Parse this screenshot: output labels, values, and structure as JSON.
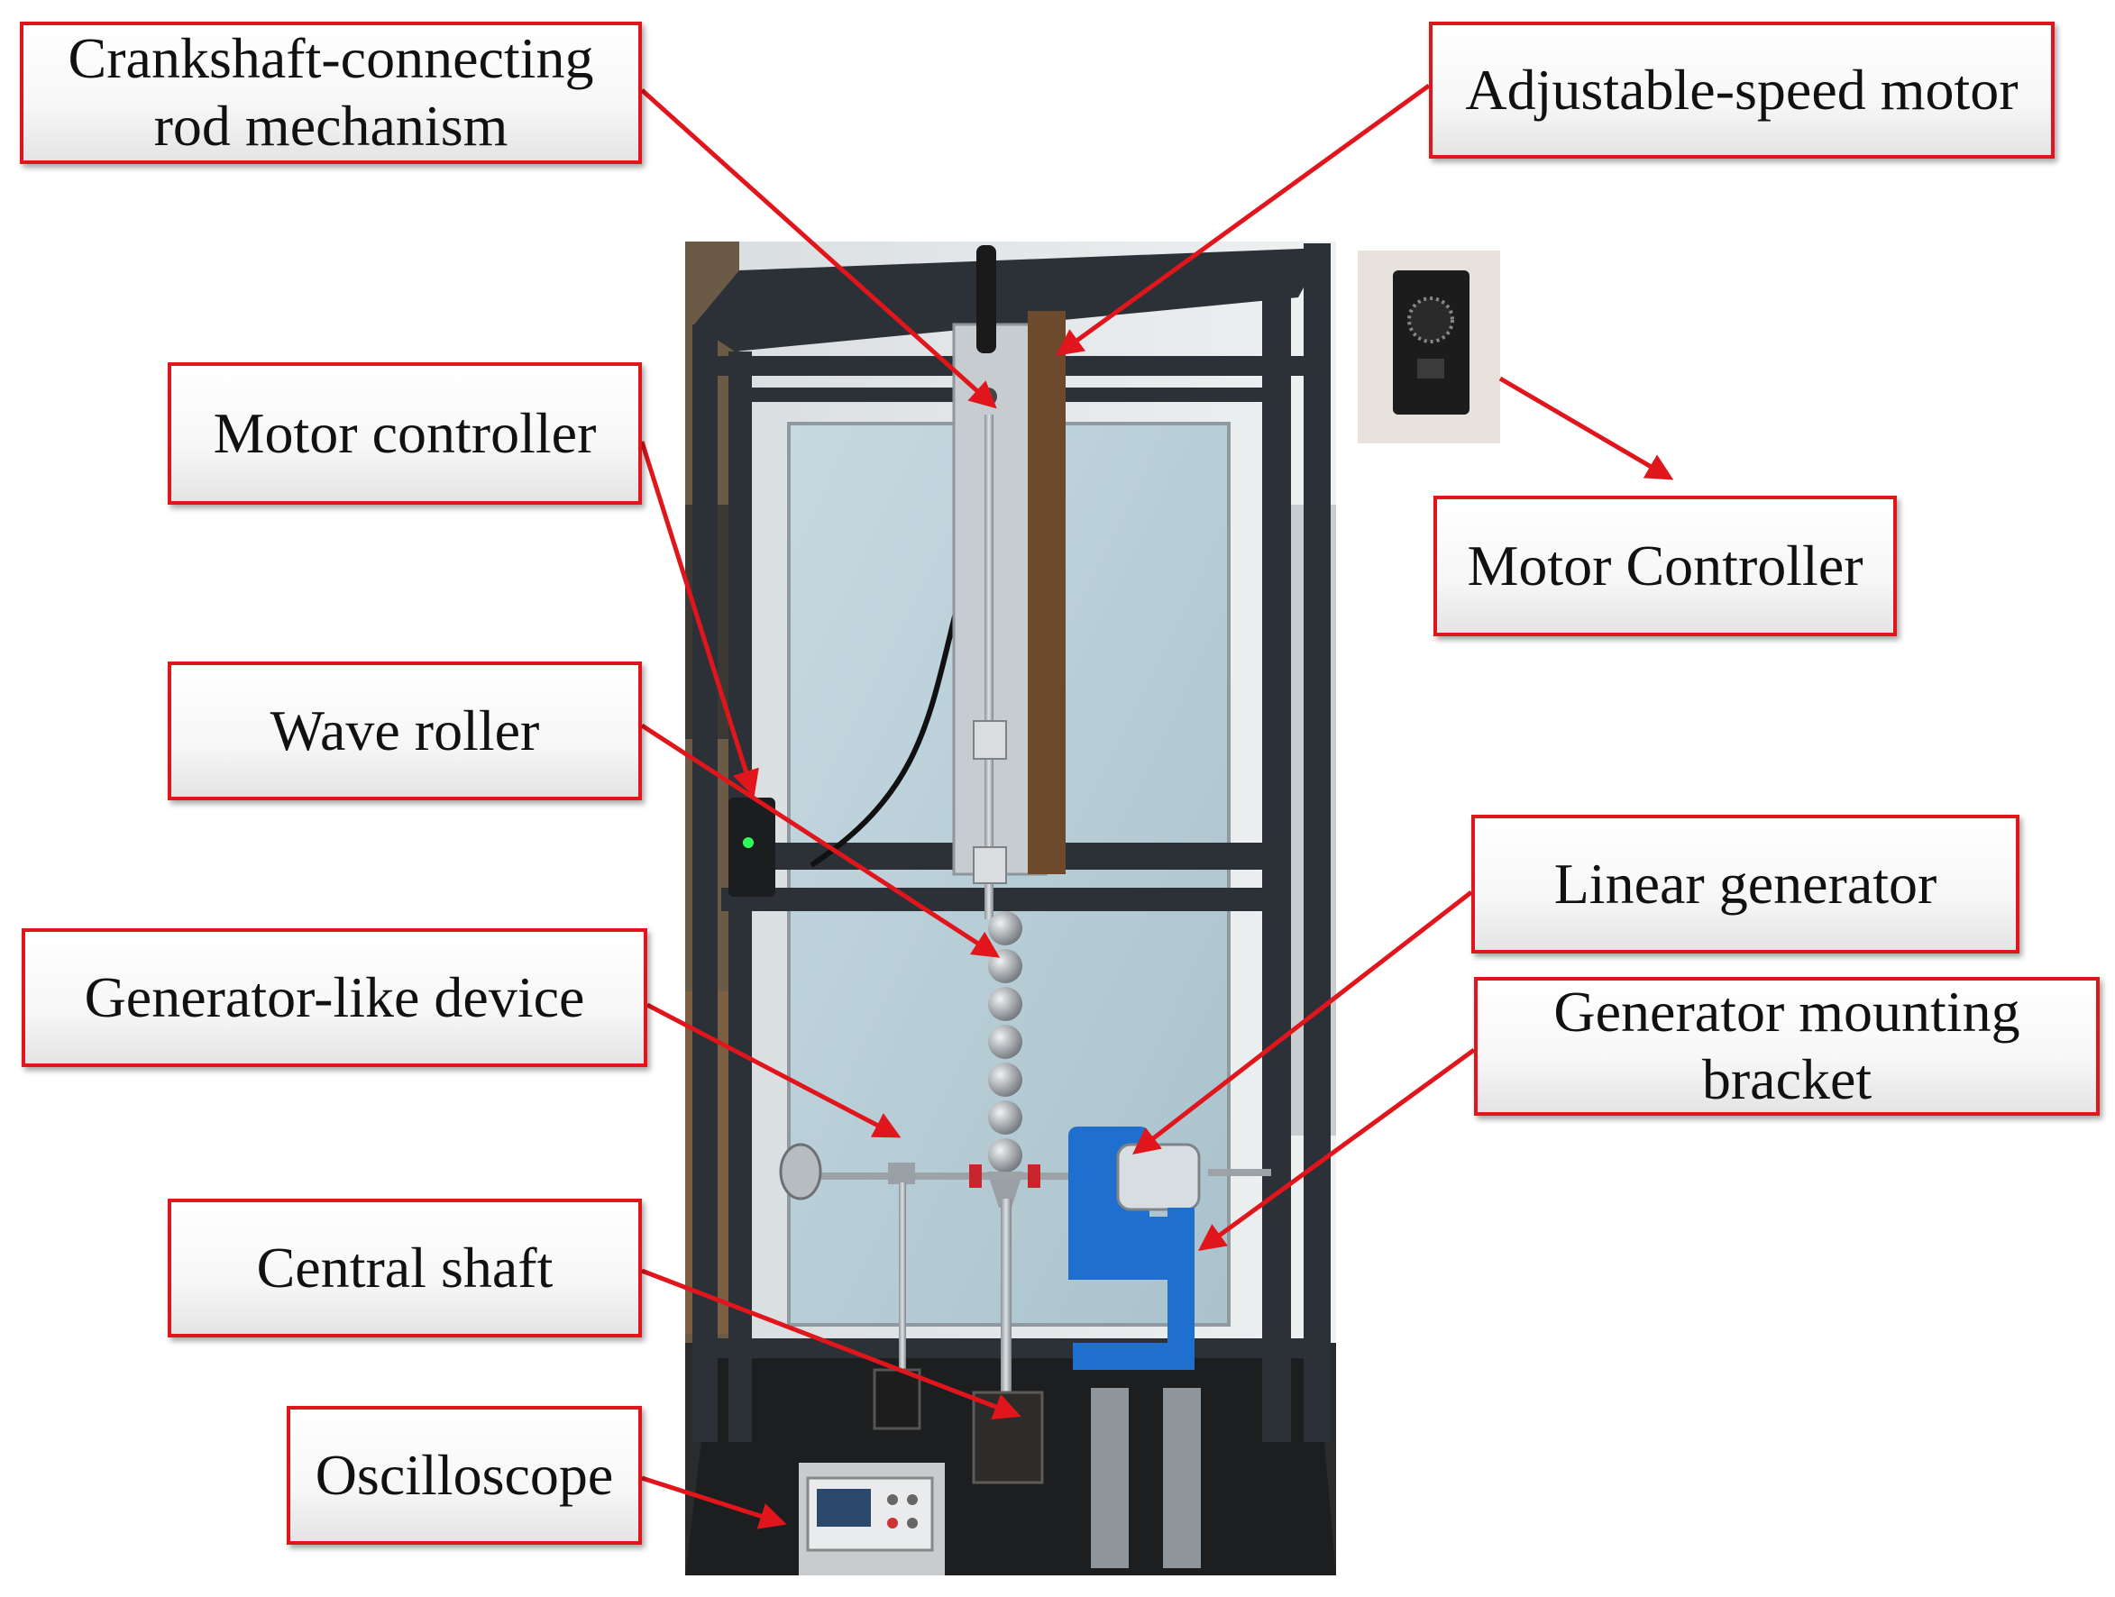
{
  "colors": {
    "accent": "#e0161c",
    "frame": "#2b3137",
    "panel": "#b9cfd8",
    "wall": "#dfe4e6",
    "floor": "#2a2b2c",
    "generator_blue": "#1f6fcf"
  },
  "labels": {
    "crankshaft": "Crankshaft-connecting\nrod mechanism",
    "adjustable_motor": "Adjustable-speed motor",
    "motor_controller_left": "Motor controller",
    "motor_controller_right": "Motor Controller",
    "wave_roller": "Wave roller",
    "generator_like": "Generator-like device",
    "linear_generator": "Linear generator",
    "mounting_bracket": "Generator mounting\nbracket",
    "central_shaft": "Central shaft",
    "oscilloscope": "Oscilloscope"
  }
}
